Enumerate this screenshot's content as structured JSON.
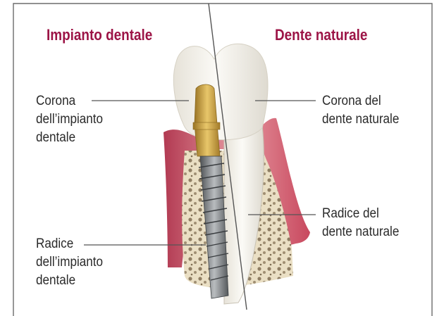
{
  "titles": {
    "left": "Impianto dentale",
    "right": "Dente naturale"
  },
  "labels": {
    "implant_crown": [
      "Corona",
      "dell’impianto",
      "dentale"
    ],
    "implant_root": [
      "Radice",
      "dell’impianto",
      "dentale"
    ],
    "natural_crown": [
      "Corona del",
      "dente naturale"
    ],
    "natural_root": [
      "Radice del",
      "dente naturale"
    ]
  },
  "colors": {
    "title": "#9c1446",
    "border": "#6b6b6b",
    "gum": "#cf5a6e",
    "gum_light": "#e9a3a8",
    "bone": "#e8dcc0",
    "tooth": "#f4f1ea",
    "gold": "#c49a3a",
    "titanium": "#8a8d90"
  }
}
